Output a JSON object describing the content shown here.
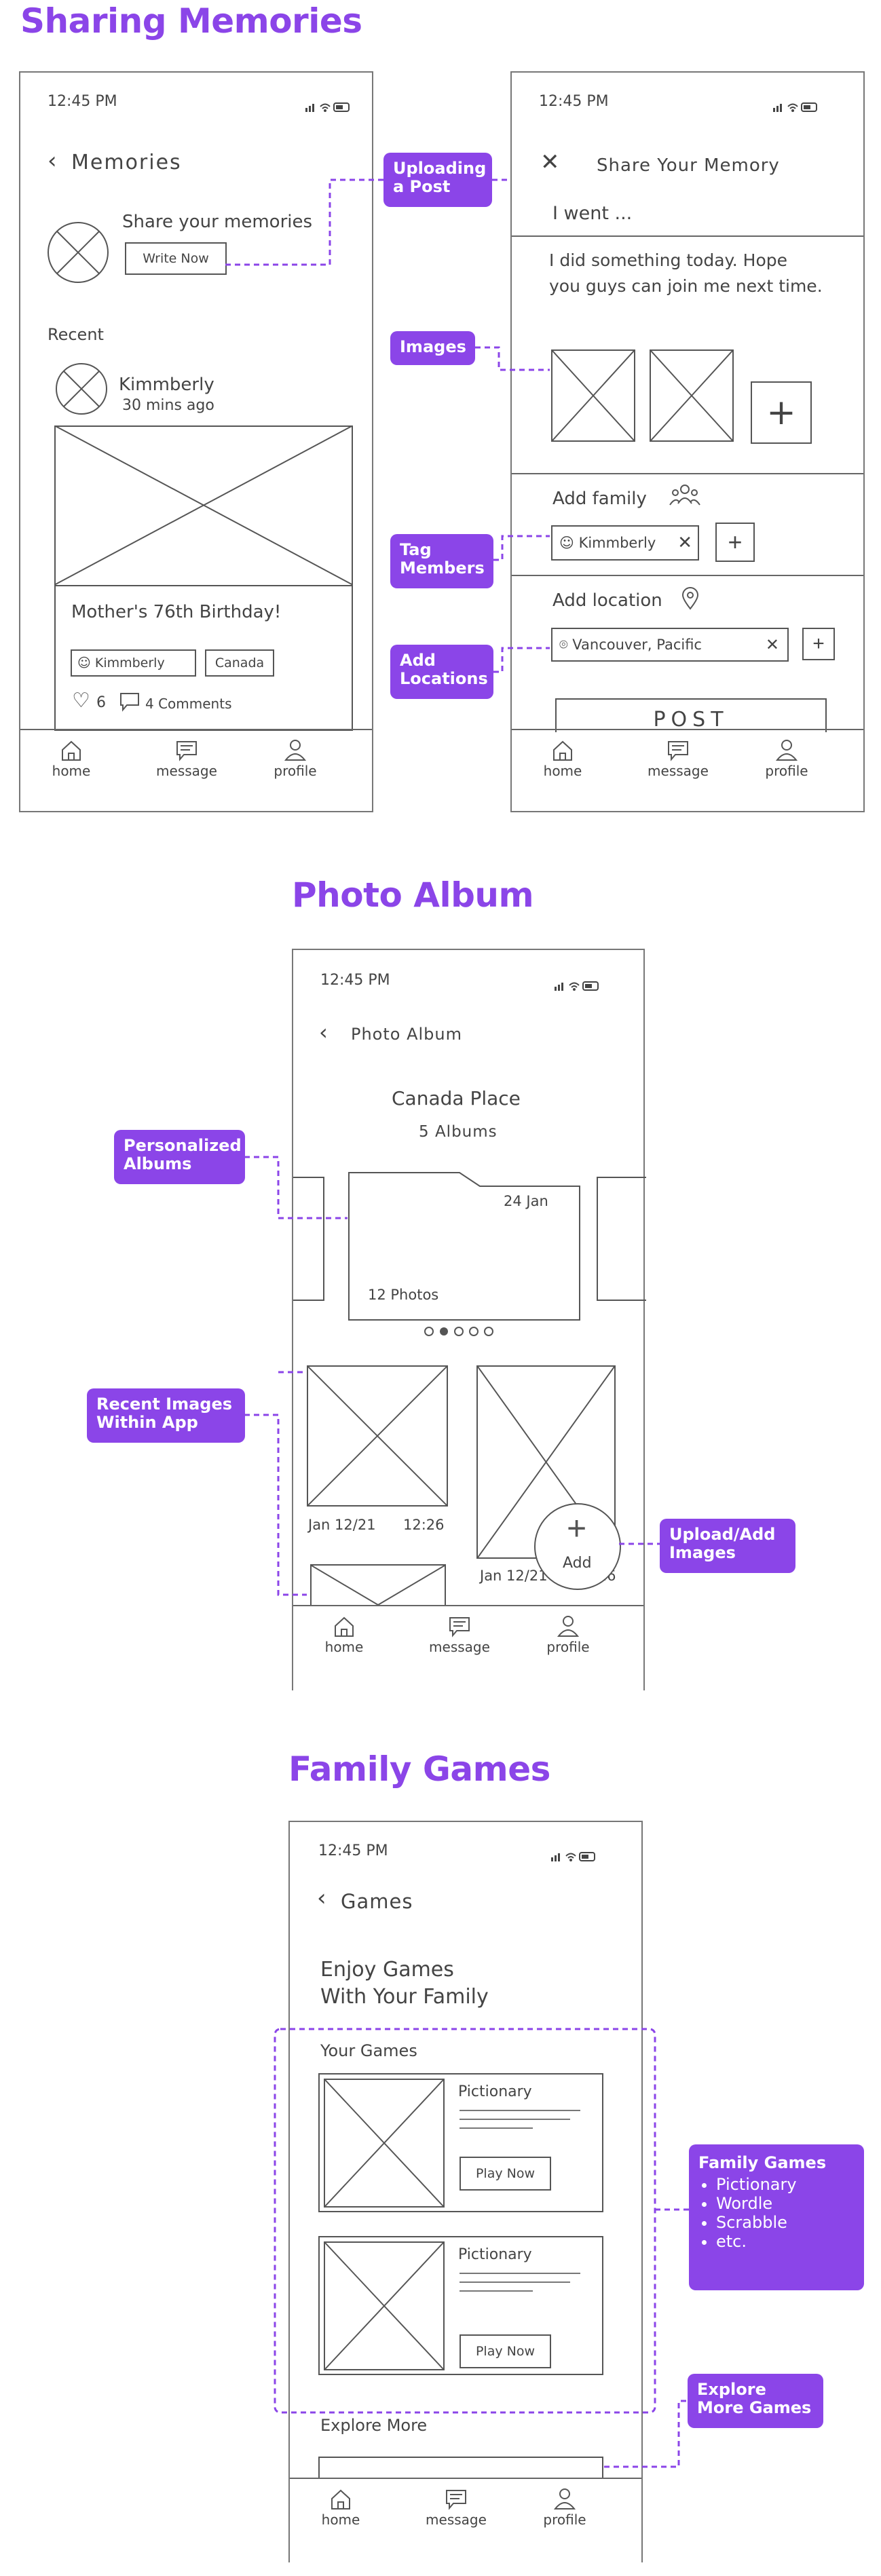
{
  "sections": {
    "sharing": "Sharing Memories",
    "album": "Photo Album",
    "games": "Family Games"
  },
  "status": {
    "time": "12:45 PM"
  },
  "nav": {
    "home": "home",
    "message": "message",
    "profile": "profile"
  },
  "memories": {
    "title": "Memories",
    "share_prompt": "Share your memories",
    "write_now": "Write Now",
    "recent": "Recent",
    "user": "Kimmberly",
    "time_ago": "30 mins ago",
    "post_title": "Mother's 76th Birthday!",
    "tag_person": "Kimmberly",
    "tag_place": "Canada",
    "likes": "6",
    "comments": "4 Comments"
  },
  "share": {
    "title": "Share Your Memory",
    "input_title": "I went ...",
    "body_line1": "I did something today. Hope",
    "body_line2": "you guys can join me next time.",
    "add_family": "Add family",
    "member": "Kimmberly",
    "add_location": "Add location",
    "location": "Vancouver, Pacific",
    "post": "POST"
  },
  "album": {
    "title": "Photo Album",
    "place": "Canada Place",
    "albums_count": "5 Albums",
    "date": "24 Jan",
    "photos": "12 Photos",
    "img1_date": "Jan 12/21",
    "img1_time": "12:26",
    "img2_date": "Jan 12/21",
    "img2_time": "12:26",
    "add": "Add"
  },
  "games": {
    "title": "Games",
    "heading1": "Enjoy Games",
    "heading2": "With Your Family",
    "your_games": "Your Games",
    "game1": "Pictionary",
    "game2": "Pictionary",
    "play": "Play Now",
    "explore": "Explore More"
  },
  "callouts": {
    "uploading": "Uploading a Post",
    "images": "Images",
    "tag_members": "Tag Members",
    "add_locations": "Add Locations",
    "personalized_albums": "Personalized Albums",
    "recent_images": "Recent Images Within App",
    "upload_add_images": "Upload/Add Images",
    "family_games": "Family Games",
    "family_games_items": [
      "Pictionary",
      "Wordle",
      "Scrabble",
      "etc."
    ],
    "explore_more_games": "Explore More Games"
  },
  "colors": {
    "accent": "#8b45e8",
    "sketch": "#444444",
    "line": "#aaaaaa"
  }
}
